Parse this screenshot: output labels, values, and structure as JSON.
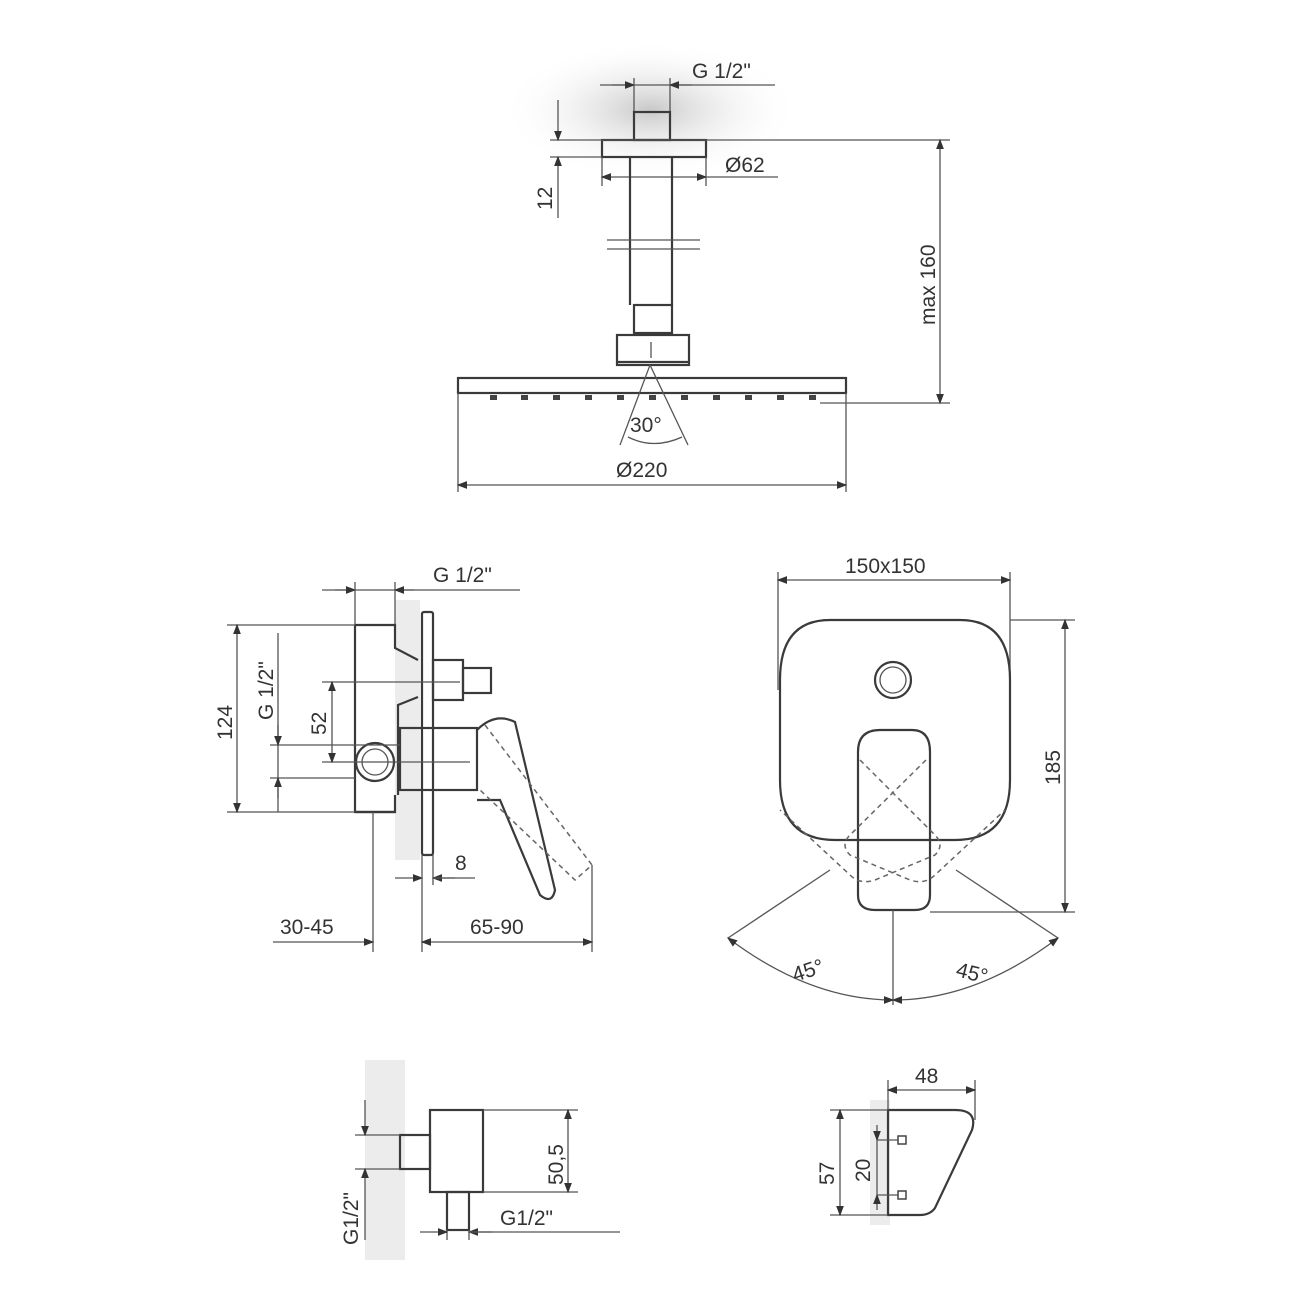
{
  "ceiling_shower": {
    "thread_label": "G 1/2\"",
    "flange_diameter": "Ø62",
    "flange_thickness": "12",
    "max_length": "max 160",
    "spray_angle": "30°",
    "head_diameter": "Ø220"
  },
  "mixer_side_view": {
    "top_thread": "G 1/2\"",
    "height": "124",
    "side_thread": "G 1/2\"",
    "outlet_spacing": "52",
    "plate_thickness": "8",
    "install_depth": "30-45",
    "projection": "65-90"
  },
  "mixer_front_view": {
    "plate_size": "150x150",
    "height": "185",
    "left_angle": "45°",
    "right_angle": "45°"
  },
  "wall_outlet": {
    "height": "50,5",
    "side_thread": "G1/2\"",
    "bottom_thread": "G1/2\""
  },
  "shower_holder": {
    "width": "48",
    "height": "57",
    "pin_spacing": "20"
  }
}
